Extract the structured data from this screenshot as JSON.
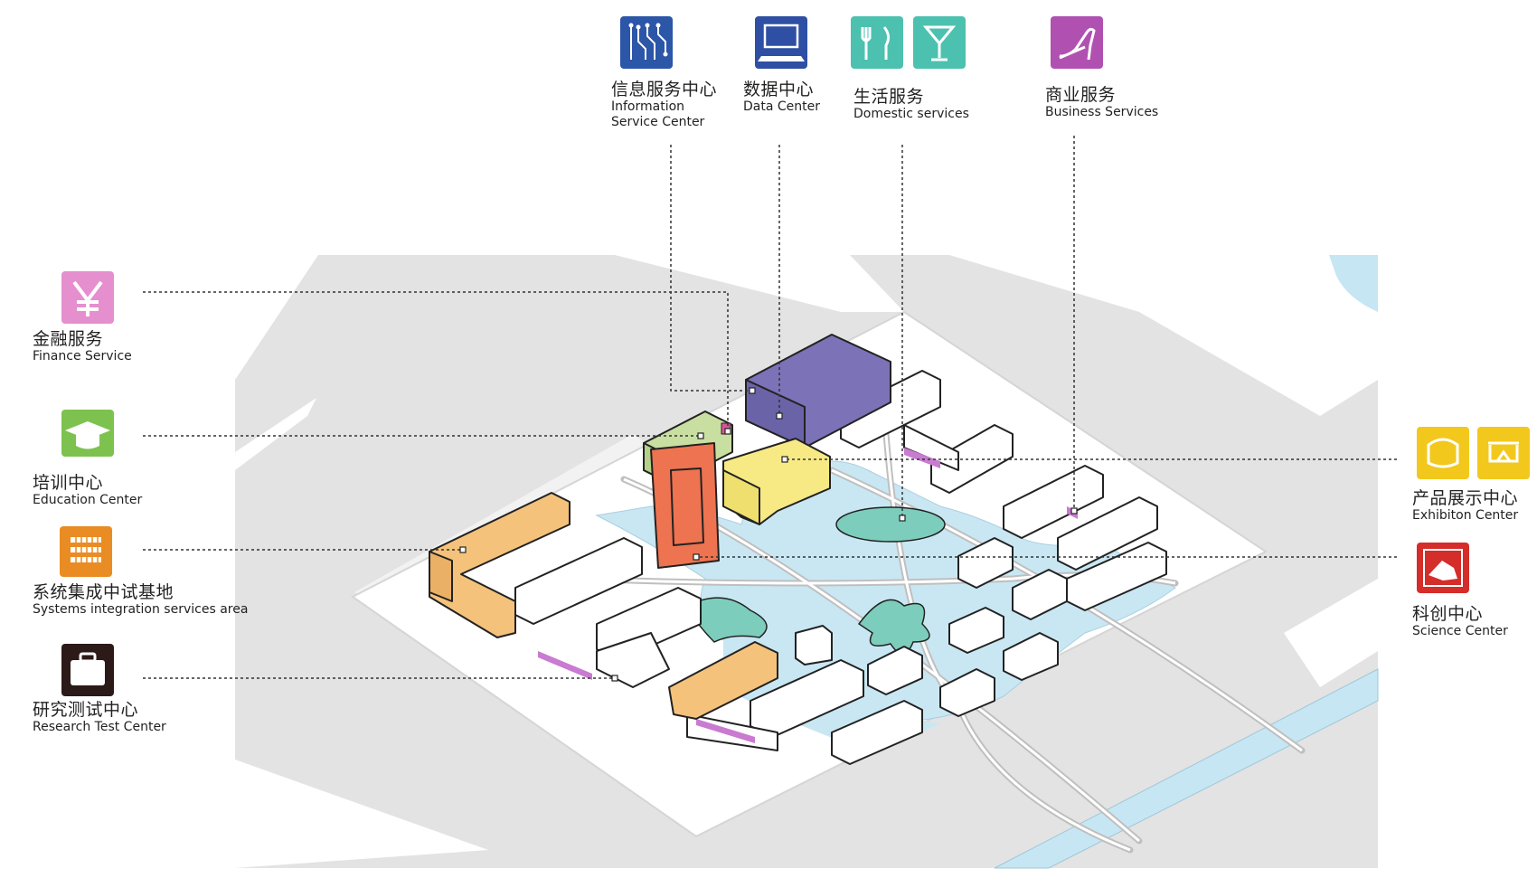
{
  "labels": {
    "information": {
      "zh": "信息服务中心",
      "en": "Information",
      "en2": "Service Center",
      "color": "#2c56a7",
      "icon": "circuit-board-icon"
    },
    "data": {
      "zh": "数据中心",
      "en": "Data Center",
      "color": "#2e4fa3",
      "icon": "computer-icon"
    },
    "domestic": {
      "zh": "生活服务",
      "en": "Domestic services",
      "color": "#4cc1b0",
      "icon": "fork-knife-icon"
    },
    "business": {
      "zh": "商业服务",
      "en": "Business Services",
      "color": "#b051b2",
      "icon": "high-heel-icon"
    },
    "finance": {
      "zh": "金融服务",
      "en": "Finance Service",
      "color": "#e58fcf",
      "icon": "yuan-icon"
    },
    "education": {
      "zh": "培训中心",
      "en": "Education Center",
      "color": "#7dc24e",
      "icon": "graduation-cap-icon"
    },
    "systems": {
      "zh": "系统集成中试基地",
      "en": "Systems integration services area",
      "color": "#ea8c24",
      "icon": "chip-icon"
    },
    "research": {
      "zh": "研究测试中心",
      "en": "Research Test Center",
      "color": "#2b1a17",
      "icon": "briefcase-icon"
    },
    "exhibition": {
      "zh": "产品展示中心",
      "en": "Exhibiton Center",
      "color": "#f2c81d",
      "icon": "exhibition-icon"
    },
    "science": {
      "zh": "科创中心",
      "en": "Science Center",
      "color": "#d42d2a",
      "icon": "handshake-icon"
    }
  },
  "colors": {
    "road": "#e2e2e2",
    "site": "#ffffff",
    "water": "#c7e6f3",
    "purple_building": "#7b72b8",
    "green_building": "#c9dfa1",
    "red_building": "#ee7350",
    "yellow_building": "#f7ea85",
    "orange_building": "#f5c27b",
    "pond": "#7ccdbb"
  }
}
